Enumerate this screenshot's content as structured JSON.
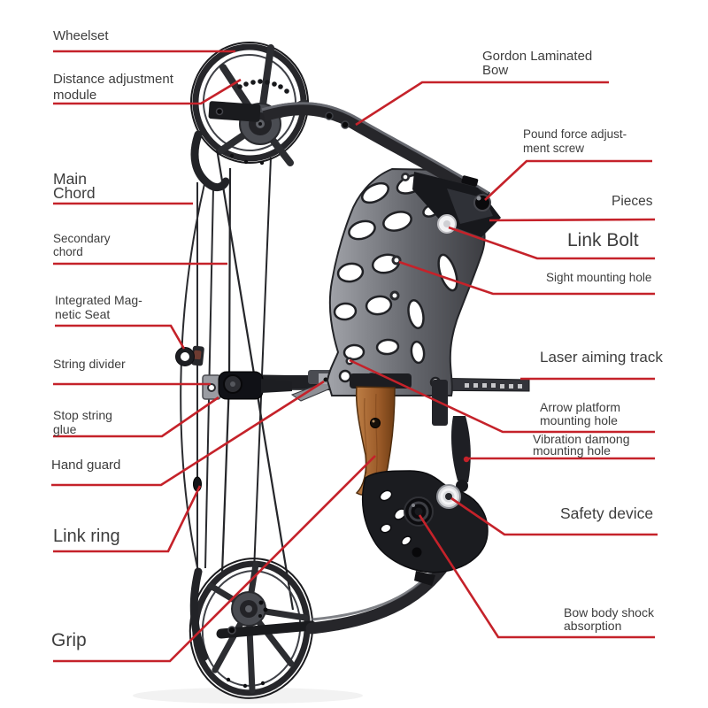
{
  "figure": {
    "type": "labeled-diagram",
    "subject": "Compound bow parts diagram"
  },
  "colors": {
    "background": "#ffffff",
    "leader_line": "#c5222a",
    "label_text": "#3d3d3d",
    "bow_dark": "#26262a",
    "riser_metal": "#8e9096",
    "grip_wood": "#a9652f"
  },
  "labels": {
    "wheelset": {
      "line1": "Wheelset"
    },
    "distance_module": {
      "line1": "Distance adjustment",
      "line2": "module"
    },
    "main_chord": {
      "line1": "Main",
      "line2": "Chord"
    },
    "secondary_chord": {
      "line1": "Secondary",
      "line2": "chord"
    },
    "magnetic_seat": {
      "line1": "Integrated Mag-",
      "line2": "netic Seat"
    },
    "string_divider": {
      "line1": "String divider"
    },
    "stop_string_glue": {
      "line1": "Stop string",
      "line2": "glue"
    },
    "hand_guard": {
      "line1": "Hand guard"
    },
    "link_ring": {
      "line1": "Link ring"
    },
    "grip": {
      "line1": "Grip"
    },
    "gordon_laminated_bow": {
      "line1": "Gordon Laminated",
      "line2": "Bow"
    },
    "pound_force_screw": {
      "line1": "Pound force adjust-",
      "line2": "ment screw"
    },
    "pieces": {
      "line1": "Pieces"
    },
    "link_bolt": {
      "line1": "Link Bolt"
    },
    "sight_mounting_hole": {
      "line1": "Sight mounting hole"
    },
    "laser_aiming_track": {
      "line1": "Laser aiming track"
    },
    "arrow_platform": {
      "line1": "Arrow platform",
      "line2": "mounting hole"
    },
    "vibration_damping": {
      "line1": "Vibration damong",
      "line2": "mounting hole"
    },
    "safety_device": {
      "line1": "Safety device"
    },
    "bow_body_shock": {
      "line1": "Bow body shock",
      "line2": "absorption"
    }
  }
}
